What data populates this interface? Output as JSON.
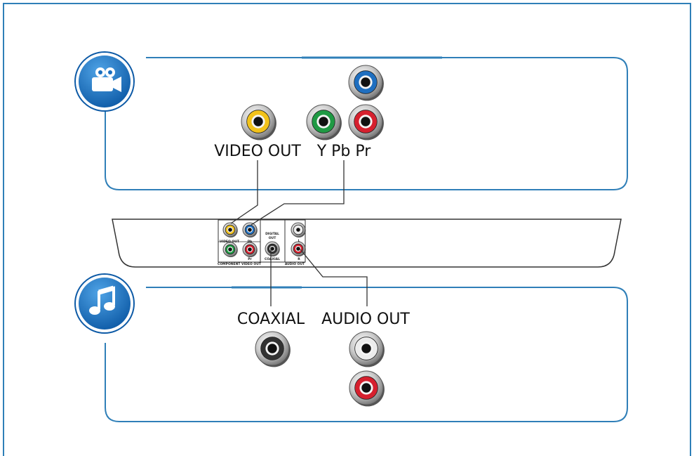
{
  "colors": {
    "frame": "#2f7fb8",
    "yellow": "#f2c21a",
    "blue": "#1f6fc0",
    "green": "#1f9a44",
    "red": "#d6202e",
    "white": "#ececec",
    "black": "#333333",
    "icon_fill": "#1a6fbf"
  },
  "video_section": {
    "icon": "video-camera-icon",
    "video_out_label": "VIDEO OUT",
    "component_label": "Y Pb Pr"
  },
  "audio_section": {
    "icon": "music-note-icon",
    "coaxial_label": "COAXIAL",
    "audio_out_label": "AUDIO OUT"
  },
  "panel": {
    "video_out": "VIDEO OUT",
    "pb": "Pb",
    "pr": "Pr",
    "component_video_out": "COMPONENT VIDEO OUT",
    "digital_out_line1": "DIGITAL",
    "digital_out_line2": "OUT",
    "coaxial": "COAXIAL",
    "l": "L",
    "r": "R",
    "audio_out": "AUDIO OUT"
  }
}
